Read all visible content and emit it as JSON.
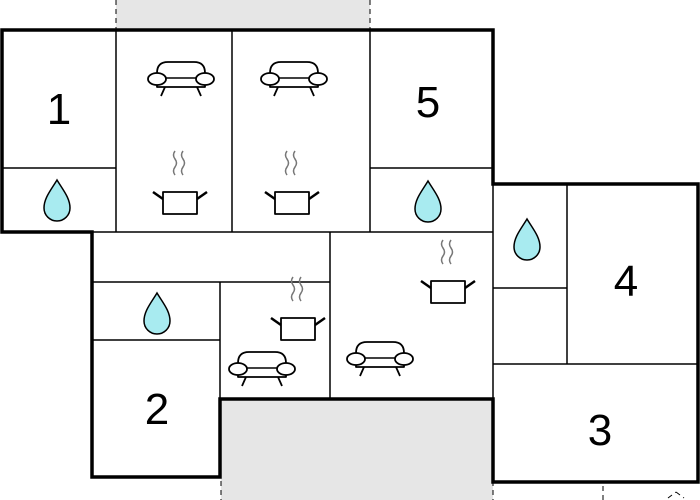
{
  "floor_plan": {
    "rooms": [
      {
        "id": "room-1",
        "label": "1",
        "type": "bedroom"
      },
      {
        "id": "room-2",
        "label": "2",
        "type": "bedroom"
      },
      {
        "id": "room-3",
        "label": "3",
        "type": "bedroom"
      },
      {
        "id": "room-4",
        "label": "4",
        "type": "bedroom"
      },
      {
        "id": "room-5",
        "label": "5",
        "type": "bedroom"
      }
    ],
    "icons": {
      "bathroom": "water-drop-icon",
      "kitchen": "cooking-pot-icon",
      "living": "sofa-icon"
    },
    "colors": {
      "wall": "#000000",
      "outdoor_area": "#e6e6e6",
      "water_drop_fill": "#a8ebf0",
      "steam": "#777777"
    }
  }
}
